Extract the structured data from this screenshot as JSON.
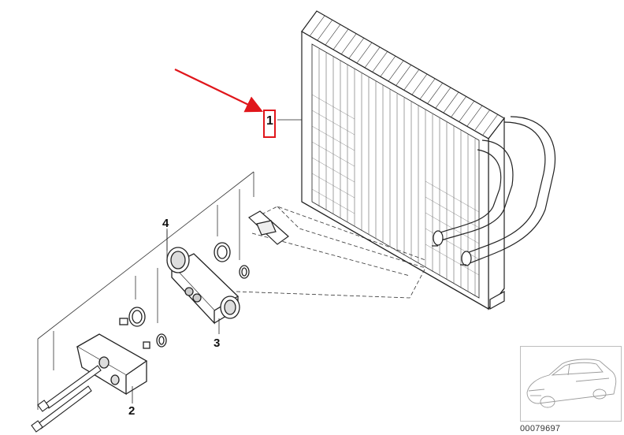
{
  "callouts": {
    "evaporator": "1",
    "flange": "2",
    "expansion_valve": "3",
    "gasket": "4"
  },
  "reference_number": "00079697",
  "highlight_color": "#e0161b",
  "icons": [
    "red-arrow-icon",
    "car-thumbnail-icon"
  ]
}
